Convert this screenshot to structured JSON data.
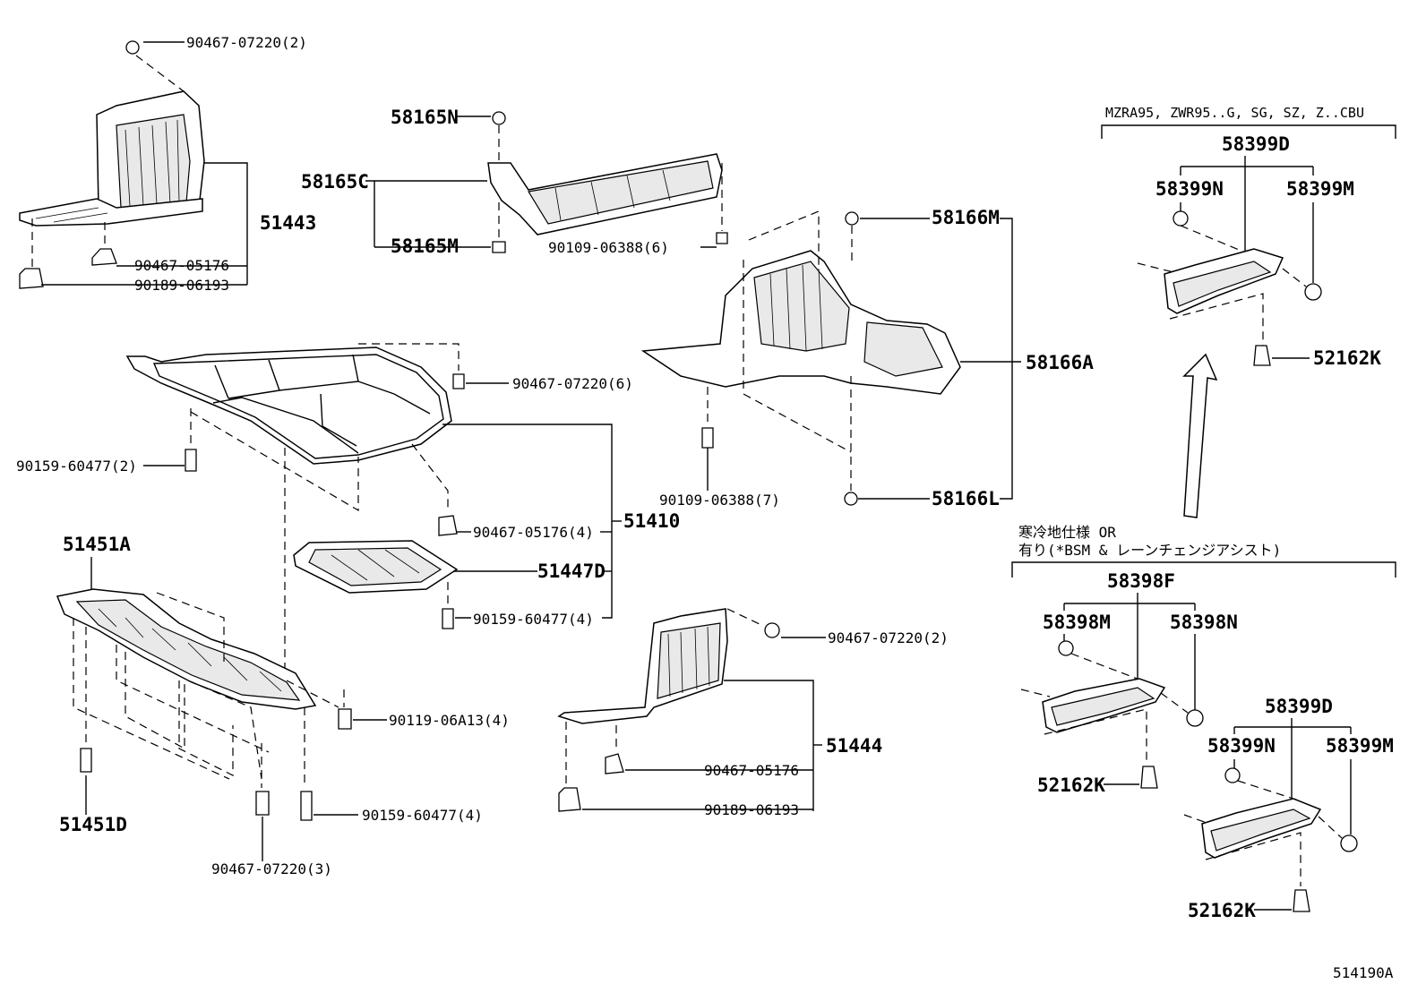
{
  "callouts": {
    "c_90467_07220_2_top": "90467-07220(2)",
    "c_58165N": "58165N",
    "c_58165C": "58165C",
    "c_58165M": "58165M",
    "c_90109_06388_6": "90109-06388(6)",
    "c_51443": "51443",
    "c_90467_05176_a": "90467-05176",
    "c_90189_06193_a": "90189-06193",
    "c_58166M": "58166M",
    "c_58166A": "58166A",
    "c_58166L": "58166L",
    "c_90109_06388_7": "90109-06388(7)",
    "c_90467_07220_6": "90467-07220(6)",
    "c_90159_60477_2": "90159-60477(2)",
    "c_90467_05176_4": "90467-05176(4)",
    "c_51410": "51410",
    "c_51447D": "51447D",
    "c_90159_60477_4_a": "90159-60477(4)",
    "c_51451A": "51451A",
    "c_90119_06A13_4": "90119-06A13(4)",
    "c_51451D": "51451D",
    "c_90159_60477_4_b": "90159-60477(4)",
    "c_90467_07220_3": "90467-07220(3)",
    "c_90467_07220_2_mid": "90467-07220(2)",
    "c_51444": "51444",
    "c_90467_05176_b": "90467-05176",
    "c_90189_06193_b": "90189-06193",
    "c_models": "MZRA95, ZWR95..G, SG, SZ, Z..CBU",
    "c_58399D_a": "58399D",
    "c_58399N_a": "58399N",
    "c_58399M_a": "58399M",
    "c_52162K_a": "52162K",
    "c_cold_spec": "寒冷地仕様 OR",
    "c_bsm": "有り(*BSM & レーンチェンジアシスト)",
    "c_58398F": "58398F",
    "c_58398M": "58398M",
    "c_58398N": "58398N",
    "c_52162K_b": "52162K",
    "c_58399D_b": "58399D",
    "c_58399N_b": "58399N",
    "c_58399M_b": "58399M",
    "c_52162K_c": "52162K",
    "c_figure_id": "514190A"
  }
}
